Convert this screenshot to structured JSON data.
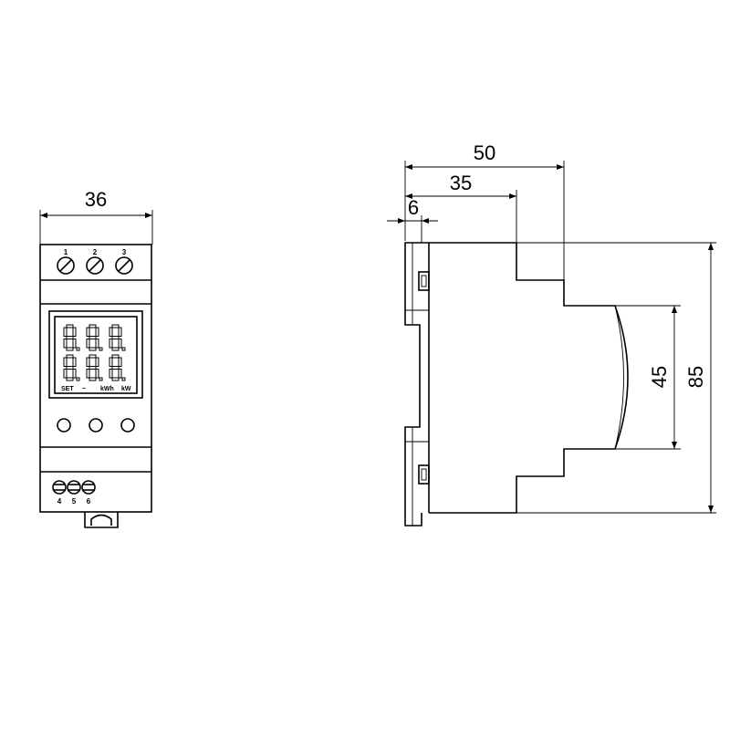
{
  "front_view": {
    "dimension_width": "36",
    "top_terminals": [
      "1",
      "2",
      "3"
    ],
    "bottom_terminals": [
      "4",
      "5",
      "6"
    ],
    "display_labels": {
      "set": "SET",
      "wave": "~",
      "kwh": "kWh",
      "kw": "kW"
    }
  },
  "side_view": {
    "dimension_total_depth": "50",
    "dimension_front_depth": "35",
    "dimension_clip_depth": "6",
    "dimension_front_height": "45",
    "dimension_total_height": "85"
  }
}
